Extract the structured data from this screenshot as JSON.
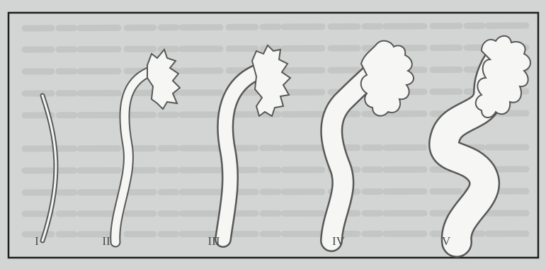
{
  "figure": {
    "stages": [
      {
        "id": "stage-1",
        "label": "I"
      },
      {
        "id": "stage-2",
        "label": "II"
      },
      {
        "id": "stage-3",
        "label": "III"
      },
      {
        "id": "stage-4",
        "label": "IV"
      },
      {
        "id": "stage-5",
        "label": "V"
      }
    ],
    "colors": {
      "background": "#d3d5d4",
      "frame": "#1e1e1e",
      "ureter_fill": "#f6f6f4",
      "ureter_outline": "#585858",
      "background_text": "#b9bbba"
    }
  }
}
